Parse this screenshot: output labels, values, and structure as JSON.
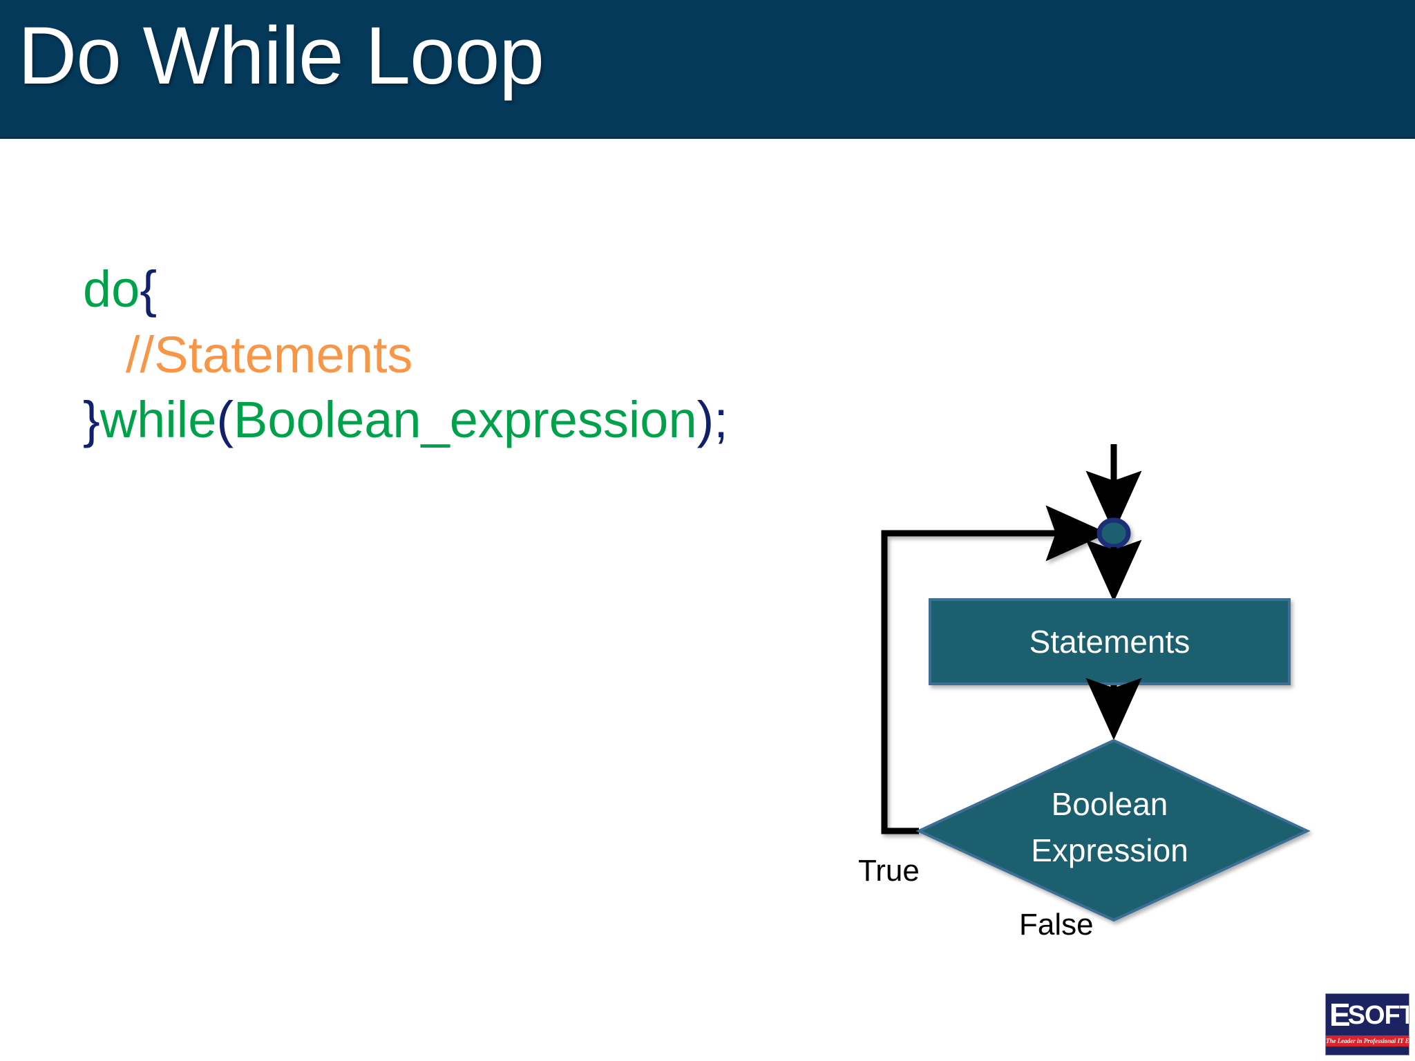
{
  "slide": {
    "title": "Do While Loop",
    "header_bg": "#04395A",
    "body_bg": "#FFFFFF"
  },
  "code": {
    "lines": [
      {
        "indent": false,
        "tokens": [
          {
            "text": "do",
            "color": "#00A14B",
            "role": "keyword"
          },
          {
            "text": "{",
            "color": "#10206B",
            "role": "brace"
          }
        ]
      },
      {
        "indent": true,
        "tokens": [
          {
            "text": "//Statements",
            "color": "#F79646",
            "role": "comment"
          }
        ]
      },
      {
        "indent": false,
        "tokens": [
          {
            "text": "}",
            "color": "#10206B",
            "role": "brace"
          },
          {
            "text": "while",
            "color": "#00A14B",
            "role": "keyword"
          },
          {
            "text": "(",
            "color": "#10206B",
            "role": "paren"
          },
          {
            "text": "Boolean_expression",
            "color": "#00A14B",
            "role": "expression"
          },
          {
            "text": ")",
            "color": "#10206B",
            "role": "paren"
          },
          {
            "text": ";",
            "color": "#10206B",
            "role": "semicolon"
          }
        ]
      }
    ],
    "line1_keyword": "do",
    "line1_brace": "{",
    "line2_comment": "//Statements",
    "line3_brace_close": "}",
    "line3_keyword": "while",
    "line3_paren_open": "(",
    "line3_expression": "Boolean_expression",
    "line3_paren_close": ")",
    "line3_semicolon": ";"
  },
  "flowchart": {
    "shape_fill": "#1F5F6E",
    "shape_stroke": "#3C6E96",
    "connector_fill": "#1F5F6E",
    "connector_stroke": "#1B2D77",
    "arrow_color": "#000000",
    "nodes": {
      "junction": {
        "type": "connector-dot",
        "label": ""
      },
      "process": {
        "type": "rectangle",
        "label": "Statements"
      },
      "decision": {
        "type": "diamond",
        "label_line1": "Boolean",
        "label_line2": "Expression"
      }
    },
    "edges": {
      "true_label": "True",
      "false_label": "False"
    }
  },
  "logo": {
    "name": "ESOFT",
    "letter_e": "E",
    "letters_soft": "SOFT",
    "tagline": "The Leader in Professional IT Education",
    "bg": "#1b2460",
    "tagline_bg": "#d6232c"
  }
}
